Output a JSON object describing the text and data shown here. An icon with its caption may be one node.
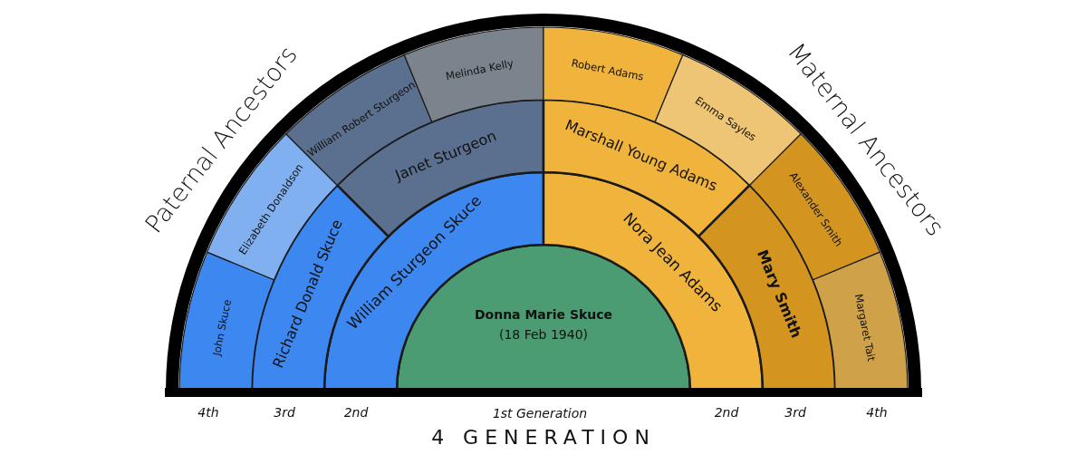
{
  "diagram": {
    "caption": "4 GENERATION",
    "nodes": [
      {
        "text": [
          "Donna Marie Skuce",
          "(18 Feb 1940)"
        ]
      },
      {
        "text": [
          "William Sturgeon Skuce"
        ]
      },
      {
        "text": [
          "Nora Jean Adams"
        ]
      },
      {
        "text": [
          "Richard Donald Skuce"
        ]
      },
      {
        "text": [
          "Janet Sturgeon"
        ]
      },
      {
        "text": [
          "Marshall Young Adams"
        ]
      },
      {
        "text": [
          "Mary Smith"
        ]
      },
      {
        "text": [
          "John Skuce"
        ]
      },
      {
        "text": [
          "Elizabeth Donaldson"
        ]
      },
      {
        "text": [
          "William Robert Sturgeon"
        ]
      },
      {
        "text": [
          "Melinda Kelly"
        ]
      },
      {
        "text": [
          "Robert Adams"
        ]
      },
      {
        "text": [
          "Emma Sayles"
        ]
      },
      {
        "text": [
          "Alexander Smith"
        ]
      },
      {
        "text": [
          "Margaret Tait"
        ]
      }
    ],
    "labels": [
      "Paternal Ancestors",
      "Maternal Ancestors",
      "4th",
      "3rd",
      "2nd",
      "1st Generation",
      "2nd",
      "3rd",
      "4th"
    ]
  }
}
